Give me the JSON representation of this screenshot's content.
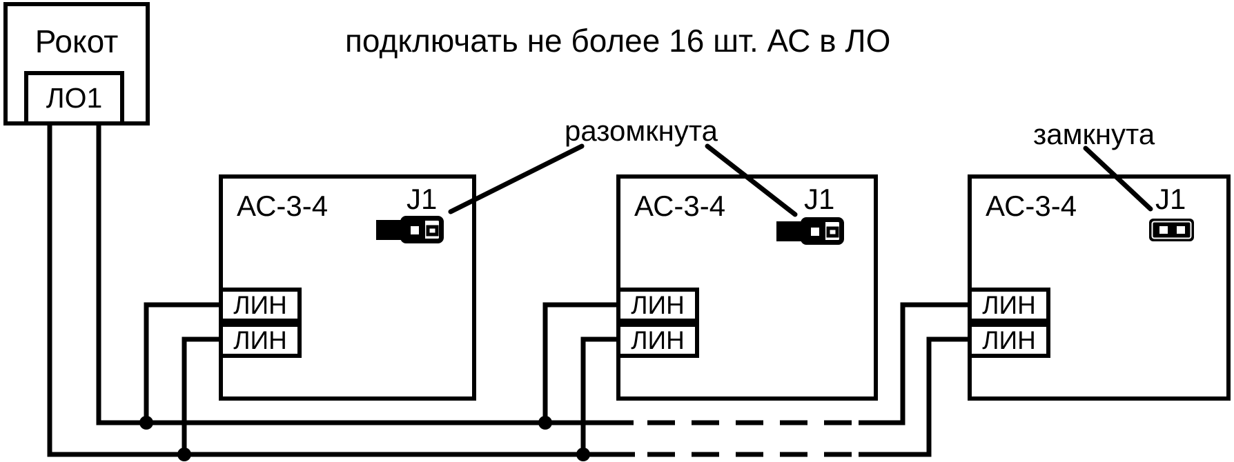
{
  "title": "подключать не более 16 шт. АС в ЛО",
  "panel": {
    "name": "Рокот",
    "output_label": "ЛО1"
  },
  "speakers": [
    {
      "name": "АС-3-4",
      "jumper_label": "J1",
      "jumper_state": "разомкнута",
      "terminals": [
        "ЛИН",
        "ЛИН"
      ]
    },
    {
      "name": "АС-3-4",
      "jumper_label": "J1",
      "jumper_state": "разомкнута",
      "terminals": [
        "ЛИН",
        "ЛИН"
      ]
    },
    {
      "name": "АС-3-4",
      "jumper_label": "J1",
      "jumper_state": "замкнута",
      "terminals": [
        "ЛИН",
        "ЛИН"
      ]
    }
  ],
  "annotations": {
    "open_jumper": "разомкнута",
    "closed_jumper": "замкнута"
  },
  "icons": {
    "open_jumper": "jumper-open-icon",
    "closed_jumper": "jumper-closed-icon",
    "junction": "junction-dot"
  },
  "colors": {
    "line": "#000000",
    "background": "#ffffff"
  }
}
